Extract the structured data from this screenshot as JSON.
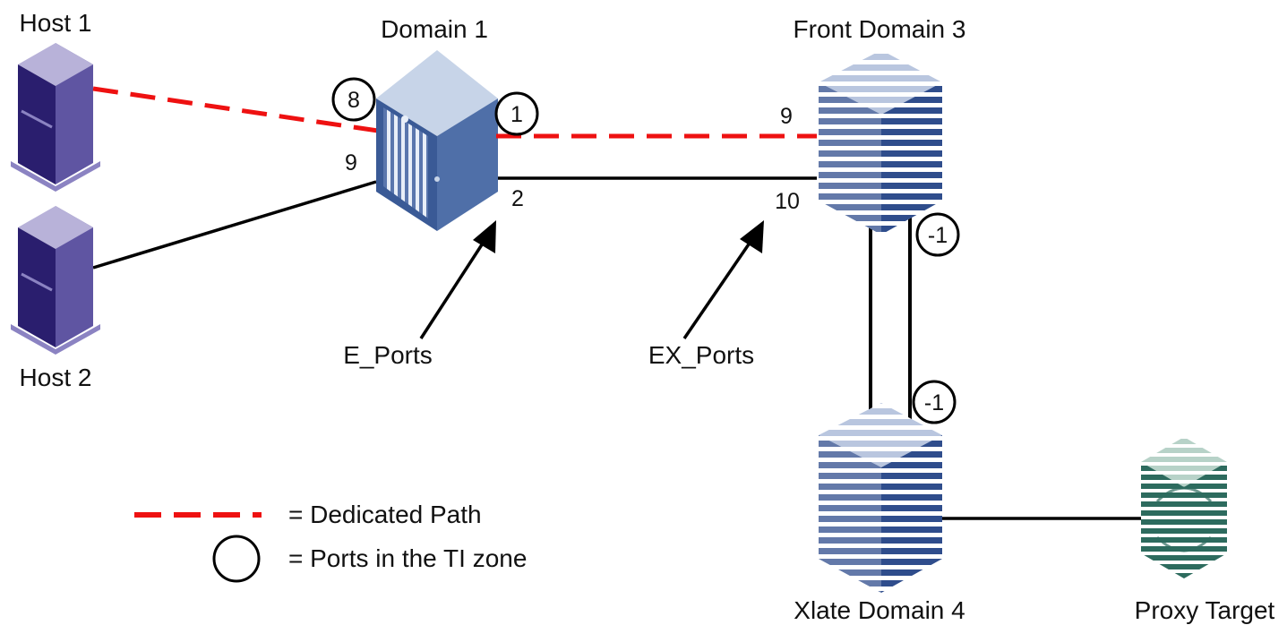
{
  "nodes": {
    "host1": {
      "label": "Host 1"
    },
    "host2": {
      "label": "Host 2"
    },
    "domain1": {
      "label": "Domain 1"
    },
    "front_domain3": {
      "label": "Front Domain 3"
    },
    "xlate_domain4": {
      "label": "Xlate Domain 4"
    },
    "proxy_target": {
      "label": "Proxy Target"
    }
  },
  "ports": {
    "d1_port8": "8",
    "d1_port1": "1",
    "d1_port9": "9",
    "d1_port2": "2",
    "fd3_port9": "9",
    "fd3_port10": "10",
    "fd3_portneg1": "-1",
    "xd4_portneg1": "-1"
  },
  "annotations": {
    "e_ports": "E_Ports",
    "ex_ports": "EX_Ports"
  },
  "legend": {
    "dedicated_path": "= Dedicated Path",
    "ti_zone_ports": "= Ports in the TI zone"
  },
  "colors": {
    "dedicated_path": "#ee1111",
    "link": "#000000",
    "host_dark": "#2a1e6e",
    "host_light": "#b3aed6",
    "switch_front": "#4f6fa8",
    "switch_top": "#c7d4e8",
    "router_stripe": "#2f4d8c",
    "proxy_stripe": "#2d6b5e"
  }
}
